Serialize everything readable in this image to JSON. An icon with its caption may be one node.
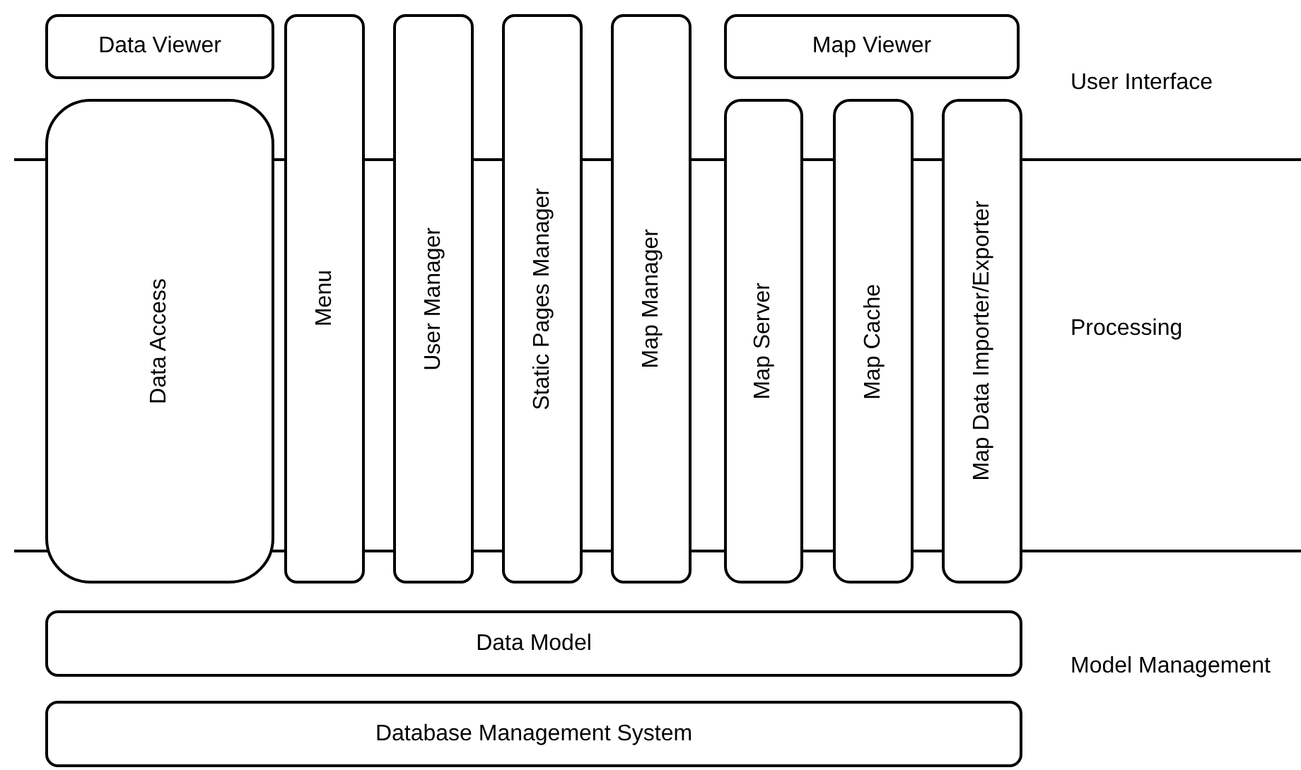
{
  "diagram": {
    "nodes": [
      {
        "text": [
          "Data Viewer"
        ]
      },
      {
        "text": [
          "Data Access"
        ]
      },
      {
        "text": [
          "Menu"
        ]
      },
      {
        "text": [
          "User Manager"
        ]
      },
      {
        "text": [
          "Static Pages Manager"
        ]
      },
      {
        "text": [
          "Map Manager"
        ]
      },
      {
        "text": [
          "Map Viewer"
        ]
      },
      {
        "text": [
          "Map Server"
        ]
      },
      {
        "text": [
          "Map Cache"
        ]
      },
      {
        "text": [
          "Map Data Importer/Exporter"
        ]
      },
      {
        "text": [
          "Data Model"
        ]
      },
      {
        "text": [
          "Database Management System"
        ]
      }
    ],
    "labels": [
      "User Interface",
      "Processing",
      "Model Management"
    ]
  }
}
